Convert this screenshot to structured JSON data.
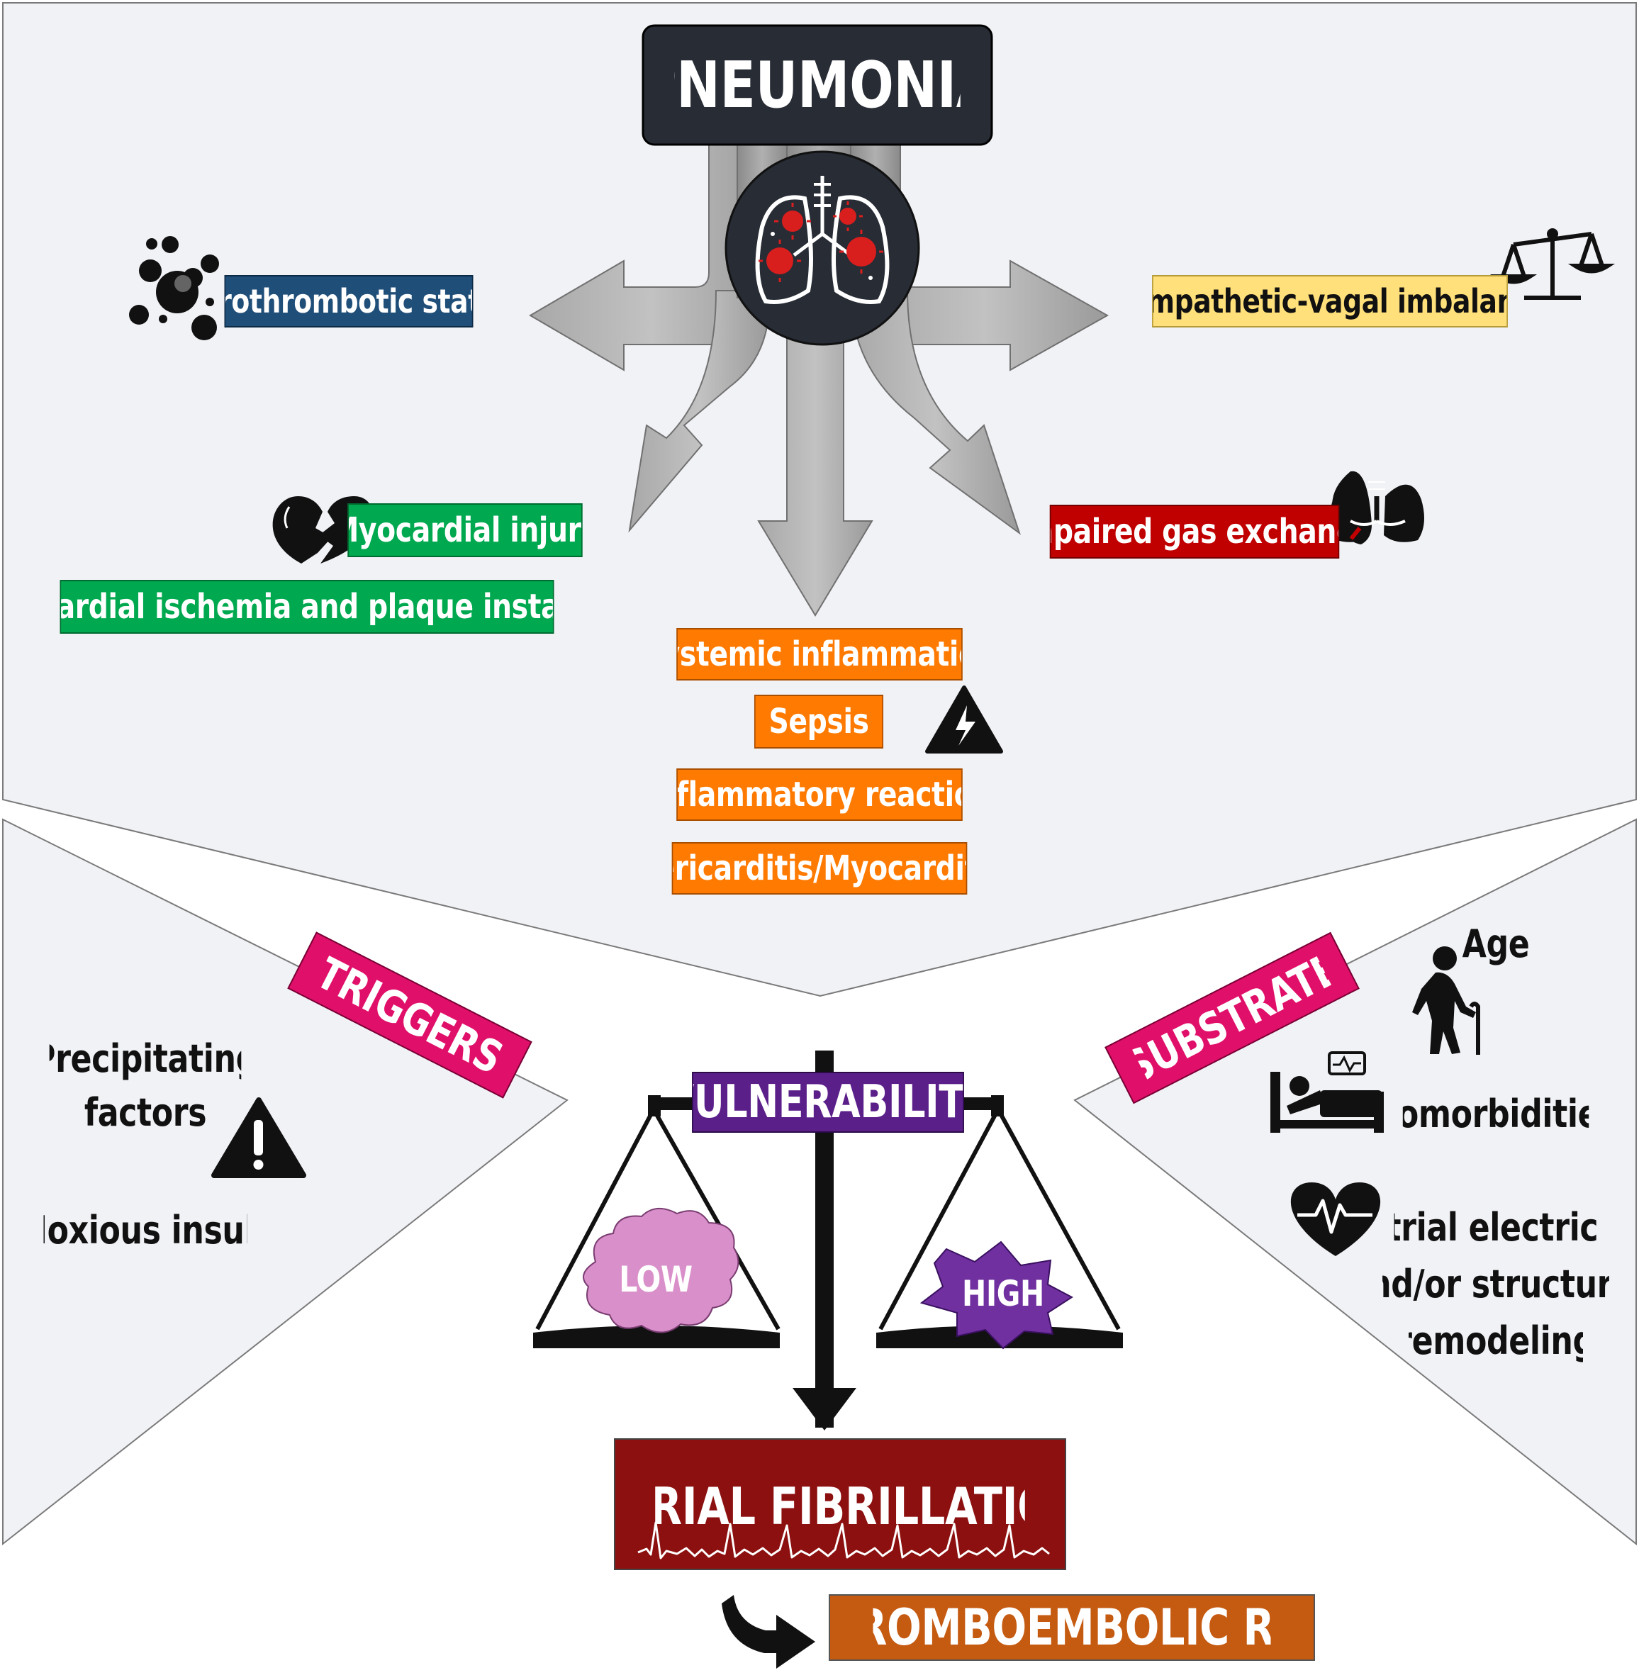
{
  "title": "PNEUMONIA",
  "mechanisms": {
    "prothrombotic": "Prothrombotic state",
    "sympathetic": "Sympathetic-vagal imbalance",
    "myocardial_injury": "Myocardial injury",
    "ischemia": "Myocardial ischemia and plaque instability",
    "gas_exchange": "Impaired gas exchange"
  },
  "inflammation": [
    "Systemic inflammation",
    "Sepsis",
    "Inflammatory reaction",
    "Pericarditis/Myocarditis"
  ],
  "triggers": {
    "label": "TRIGGERS",
    "precipitating_line1": "Precipitating",
    "precipitating_line2": "factors",
    "noxious": "Noxious insult"
  },
  "substrate": {
    "label": "SUBSTRATE",
    "age": "Age",
    "comorbidities": "Comorbidities",
    "remodeling_line1": "Atrial electrical",
    "remodeling_line2": "and/or structural",
    "remodeling_line3": "remodeling"
  },
  "balance": {
    "label": "VULNERABILITY",
    "low": "LOW",
    "high": "HIGH"
  },
  "outcome": {
    "af": "ATRIAL FIBRILLATION",
    "risk": "THROMBOEMBOLIC RISK"
  },
  "colors": {
    "title_bg": "#272c35",
    "prothrombotic_bg": "#1f4e79",
    "sympathetic_bg": "#ffe07a",
    "green_bg": "#00a94f",
    "gas_bg": "#c00000",
    "orange_bg": "#ff7a00",
    "pink_bg": "#e0106a",
    "purple_bg": "#5b1f8a",
    "af_bg": "#8c1010",
    "risk_bg": "#c55a11",
    "low_blob": "#d98fc9",
    "high_blob": "#7030a0",
    "panel_bg": "#f1f2f6"
  }
}
